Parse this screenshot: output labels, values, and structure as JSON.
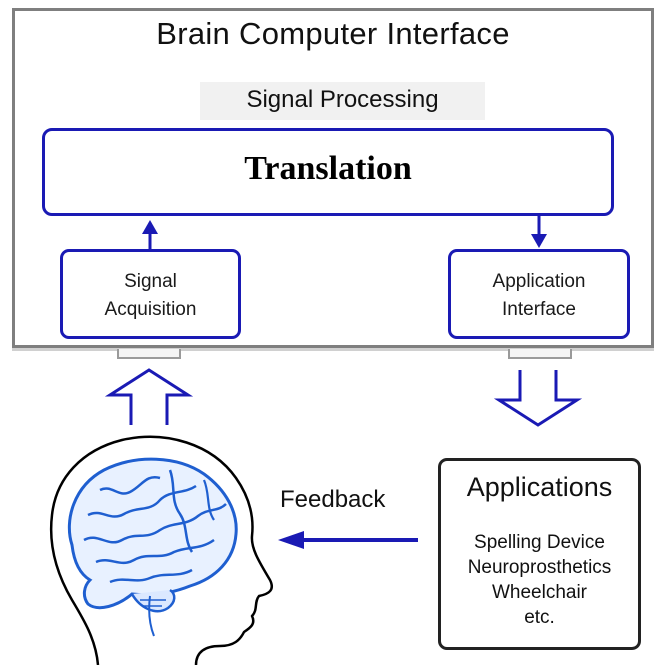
{
  "title": "Brain Computer Interface",
  "signal_processing": "Signal Processing",
  "translation": "Translation",
  "signal_acquisition": [
    "Signal",
    "Acquisition"
  ],
  "application_interface": [
    "Application",
    "Interface"
  ],
  "feedback": "Feedback",
  "applications": {
    "title": "Applications",
    "items": [
      "Spelling Device",
      "Neuroprosthetics",
      "Wheelchair",
      "etc."
    ]
  },
  "colors": {
    "box_border": "#1a1ab4",
    "arrow": "#1a1ab4",
    "frame": "#7f7f7f",
    "brain": "#2a6fd6",
    "head_outline": "#000000"
  }
}
